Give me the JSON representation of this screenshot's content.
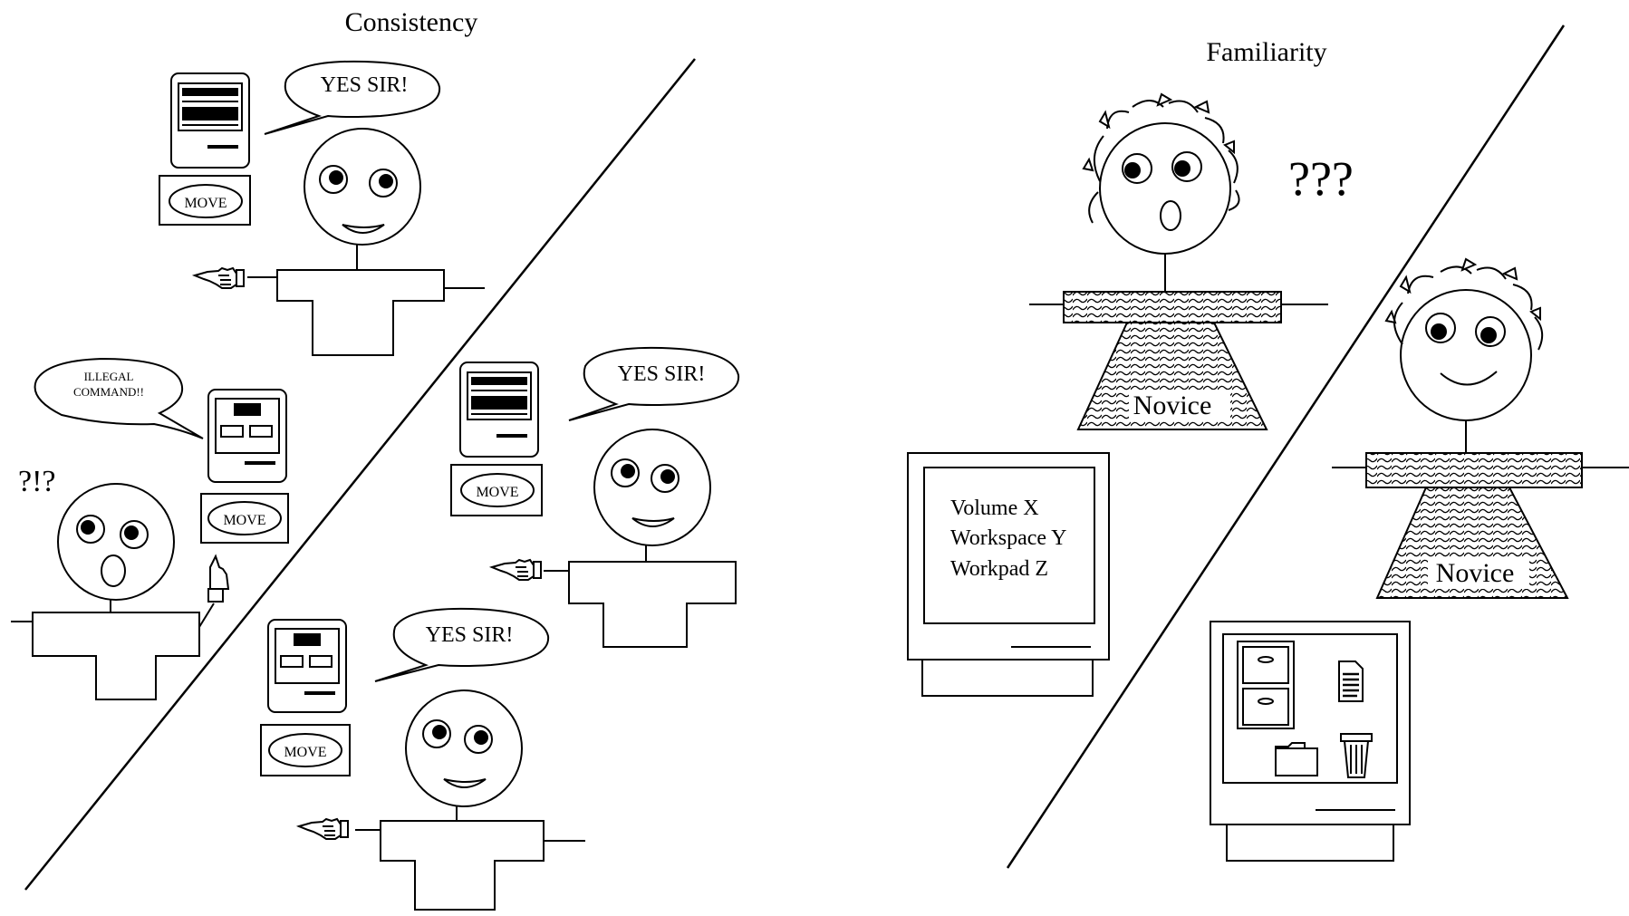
{
  "panels": {
    "left": {
      "title": "Consistency"
    },
    "right": {
      "title": "Familiarity"
    }
  },
  "speech": {
    "yes_sir": "YES SIR!",
    "illegal_line1": "ILLEGAL",
    "illegal_line2": "COMMAND!!"
  },
  "key_label": "MOVE",
  "confused": "?!?",
  "puzzled": "???",
  "novice_label": "Novice",
  "screen_lines": [
    "Volume X",
    "Workspace Y",
    "Workpad Z"
  ],
  "icons": [
    "file-cabinet-icon",
    "document-icon",
    "folder-icon",
    "trash-can-icon",
    "pointing-hand-icon"
  ]
}
